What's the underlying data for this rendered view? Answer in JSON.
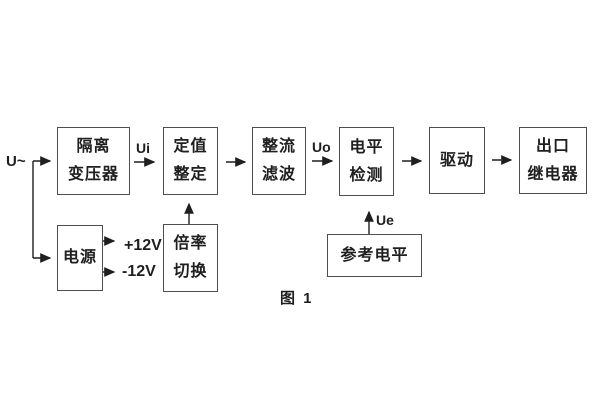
{
  "figure": {
    "caption": "图 1",
    "type": "block-diagram",
    "background": "#ffffff",
    "colors": {
      "box_border": "#4e4e4e",
      "wire": "#1f1f1f",
      "text": "#1f1f1f"
    }
  },
  "blocks": [
    {
      "id": "isolation-transformer",
      "lines": [
        "隔离",
        "变压器"
      ]
    },
    {
      "id": "setting-adjust",
      "lines": [
        "定值",
        "整定"
      ]
    },
    {
      "id": "rectifier-filter",
      "lines": [
        "整流",
        "滤波"
      ]
    },
    {
      "id": "level-detection",
      "lines": [
        "电平",
        "检测"
      ]
    },
    {
      "id": "driver",
      "lines": [
        "驱动"
      ]
    },
    {
      "id": "output-relay",
      "lines": [
        "出口",
        "继电器"
      ]
    },
    {
      "id": "power-supply",
      "lines": [
        "电源"
      ]
    },
    {
      "id": "ratio-switch",
      "lines": [
        "倍率",
        "切换"
      ]
    },
    {
      "id": "reference-level",
      "lines": [
        "参考电平"
      ]
    }
  ],
  "signals": {
    "input": "U~",
    "ui": "Ui",
    "uo": "Uo",
    "ue": "Ue",
    "plus_12v": "+12V",
    "minus_12v": "-12V"
  }
}
